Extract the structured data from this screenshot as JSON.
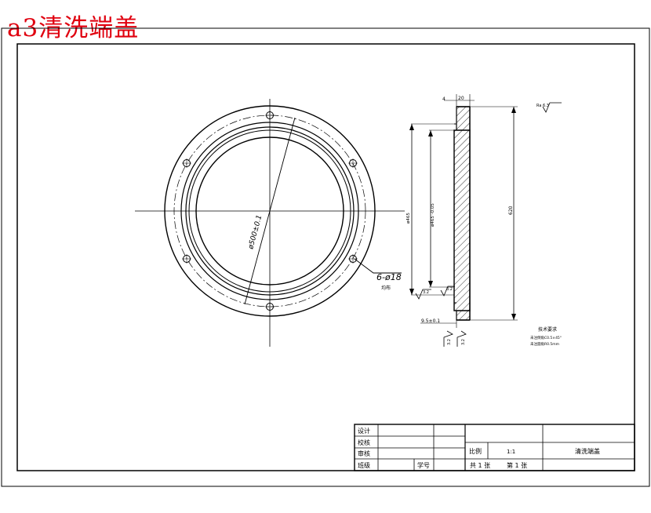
{
  "title": "a3清洗端盖",
  "colors": {
    "accent": "#e0000f",
    "line": "#000000",
    "background": "#ffffff"
  },
  "front_view": {
    "diameter_label": "ø500±0.1",
    "hole_note": "6-ø18",
    "hole_note_sub": "均布"
  },
  "section_view": {
    "dim_top_small": "4",
    "dim_top": "20",
    "dim_left_outer": "ø465",
    "dim_left_inner": "ø465 -0.05",
    "dim_right": "620",
    "roughness_top": "Ra 6.3",
    "roughness_side_a": "3.2",
    "roughness_side_b": "3.2",
    "dim_bottom": "9.5±0.1",
    "roughness_bottom_a": "3.2",
    "roughness_bottom_b": "3.2",
    "notes_title": "技术要求",
    "notes": [
      "未注倒角C0.5×45°",
      "未注圆角R0.5mm"
    ]
  },
  "title_block": {
    "row_labels": [
      "设计",
      "校核",
      "审核",
      "班级"
    ],
    "student_no_label": "学号",
    "scale_label": "比例",
    "scale_value": "1:1",
    "part_name": "清洗端盖",
    "sheet_total": "共 1 张",
    "sheet_current": "第 1 张"
  }
}
